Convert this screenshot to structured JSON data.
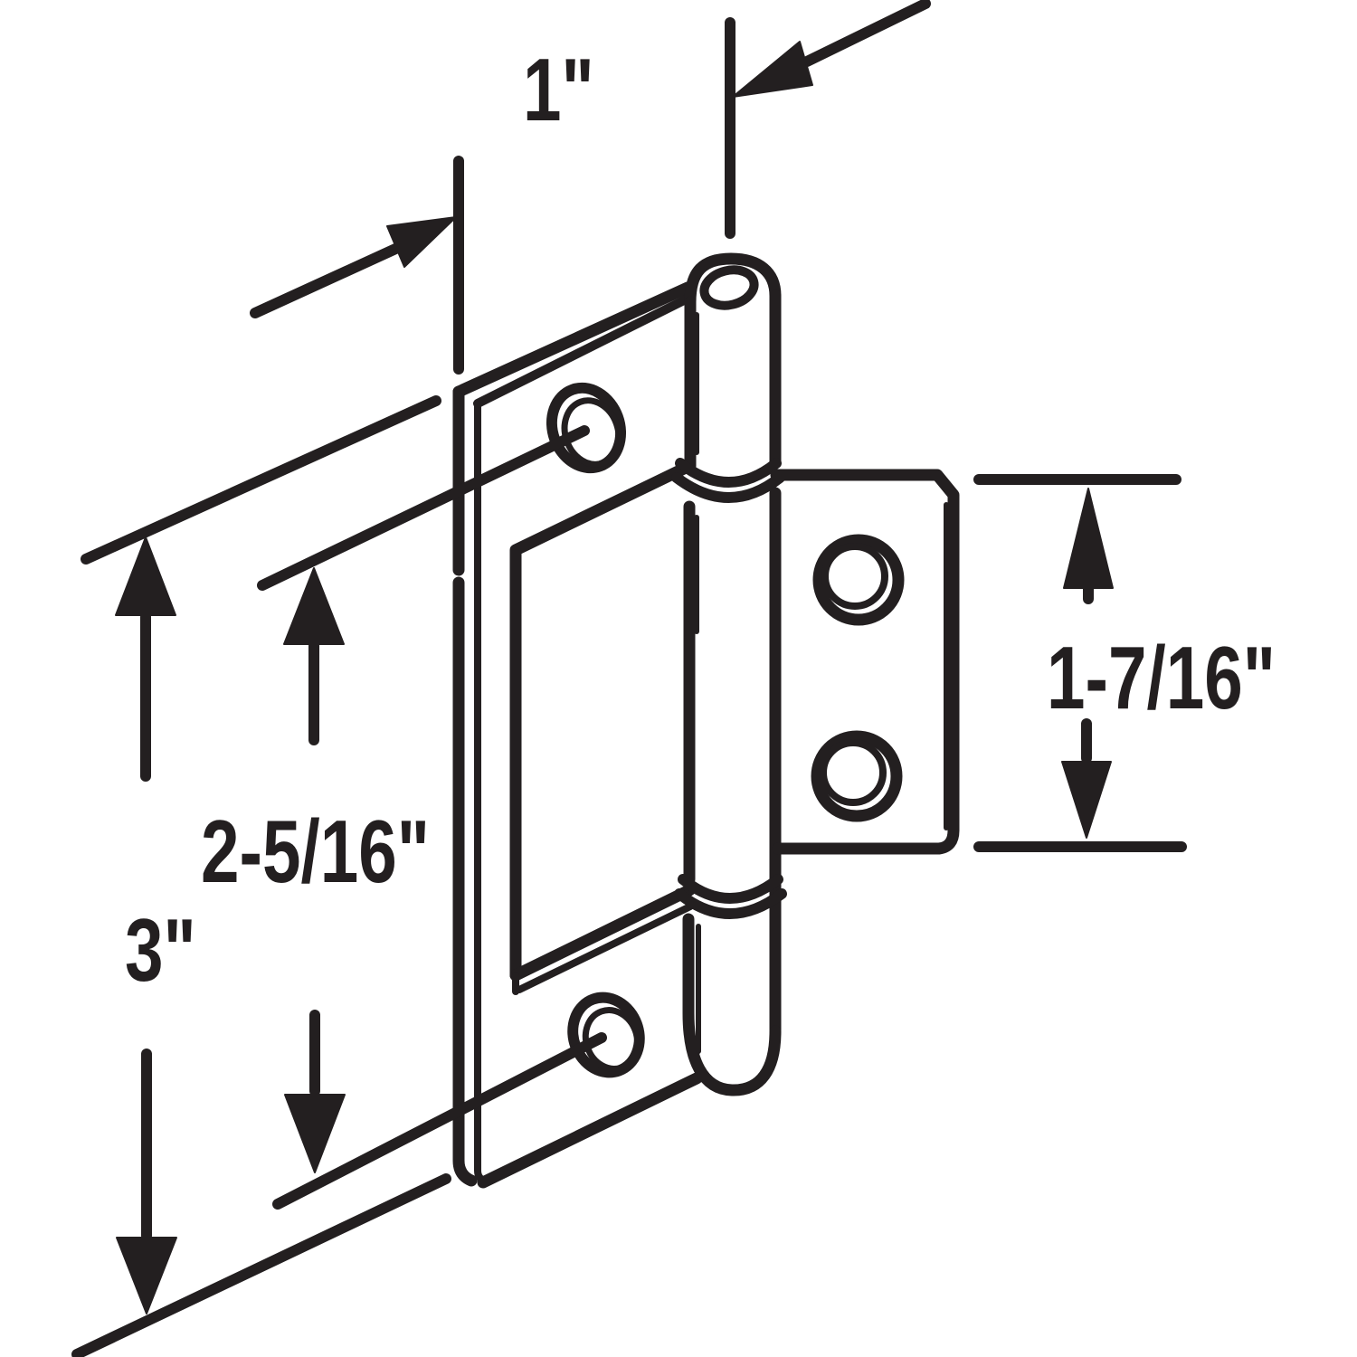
{
  "page": {
    "background_color": "#ffffff",
    "ink_color": "#231f20"
  },
  "diagram": {
    "type": "technical-dimension-drawing",
    "subject": "non-mortise bi-fold door hinge, isometric view with dimension callouts",
    "labels": {
      "leaf_width": "1\"",
      "hole_spacing": "2-5/16\"",
      "long_leaf_length": "3\"",
      "short_leaf_length": "1-7/16\""
    }
  }
}
